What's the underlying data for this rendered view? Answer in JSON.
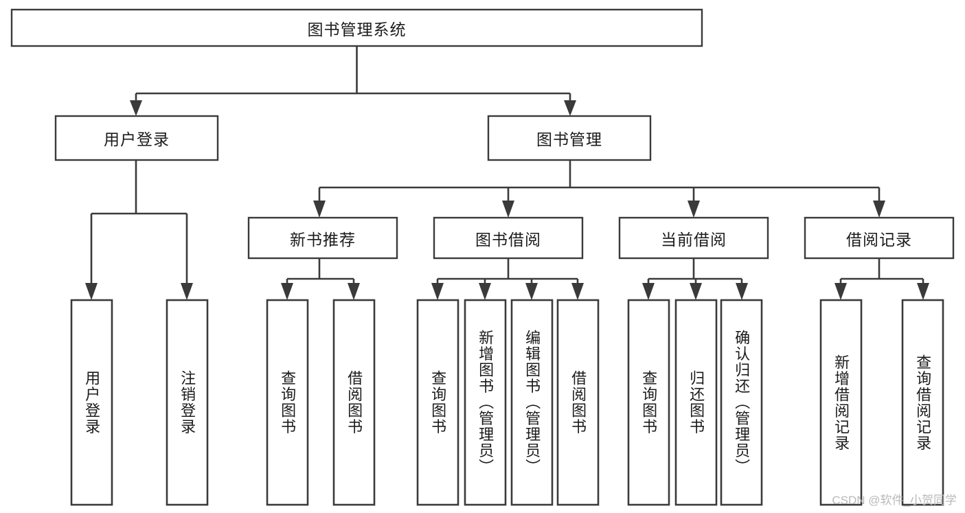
{
  "diagram": {
    "type": "tree",
    "title": "图书管理系统",
    "orientation": "top-down",
    "colors": {
      "box_stroke": "#3a3a3a",
      "box_fill": "#ffffff",
      "connector": "#3a3a3a",
      "text": "#1b1b1b",
      "watermark": "#b9b9b9",
      "background": "#ffffff"
    },
    "root": {
      "label": "图书管理系统"
    },
    "level2": [
      {
        "label": "用户登录"
      },
      {
        "label": "图书管理"
      }
    ],
    "level3": [
      {
        "label": "新书推荐"
      },
      {
        "label": "图书借阅"
      },
      {
        "label": "当前借阅"
      },
      {
        "label": "借阅记录"
      }
    ],
    "leaves": {
      "user_login": [
        {
          "label": "用户登录"
        },
        {
          "label": "注销登录"
        }
      ],
      "new_book_recommend": [
        {
          "label": "查询图书"
        },
        {
          "label": "借阅图书"
        }
      ],
      "book_borrow": [
        {
          "label": "查询图书"
        },
        {
          "label": "新增图书（管理员）"
        },
        {
          "label": "编辑图书（管理员）"
        },
        {
          "label": "借阅图书"
        }
      ],
      "current_borrow": [
        {
          "label": "查询图书"
        },
        {
          "label": "归还图书"
        },
        {
          "label": "确认归还（管理员）"
        }
      ],
      "borrow_record": [
        {
          "label": "新增借阅记录"
        },
        {
          "label": "查询借阅记录"
        }
      ]
    }
  },
  "watermark": {
    "text": "CSDN @软件_小贺同学"
  }
}
